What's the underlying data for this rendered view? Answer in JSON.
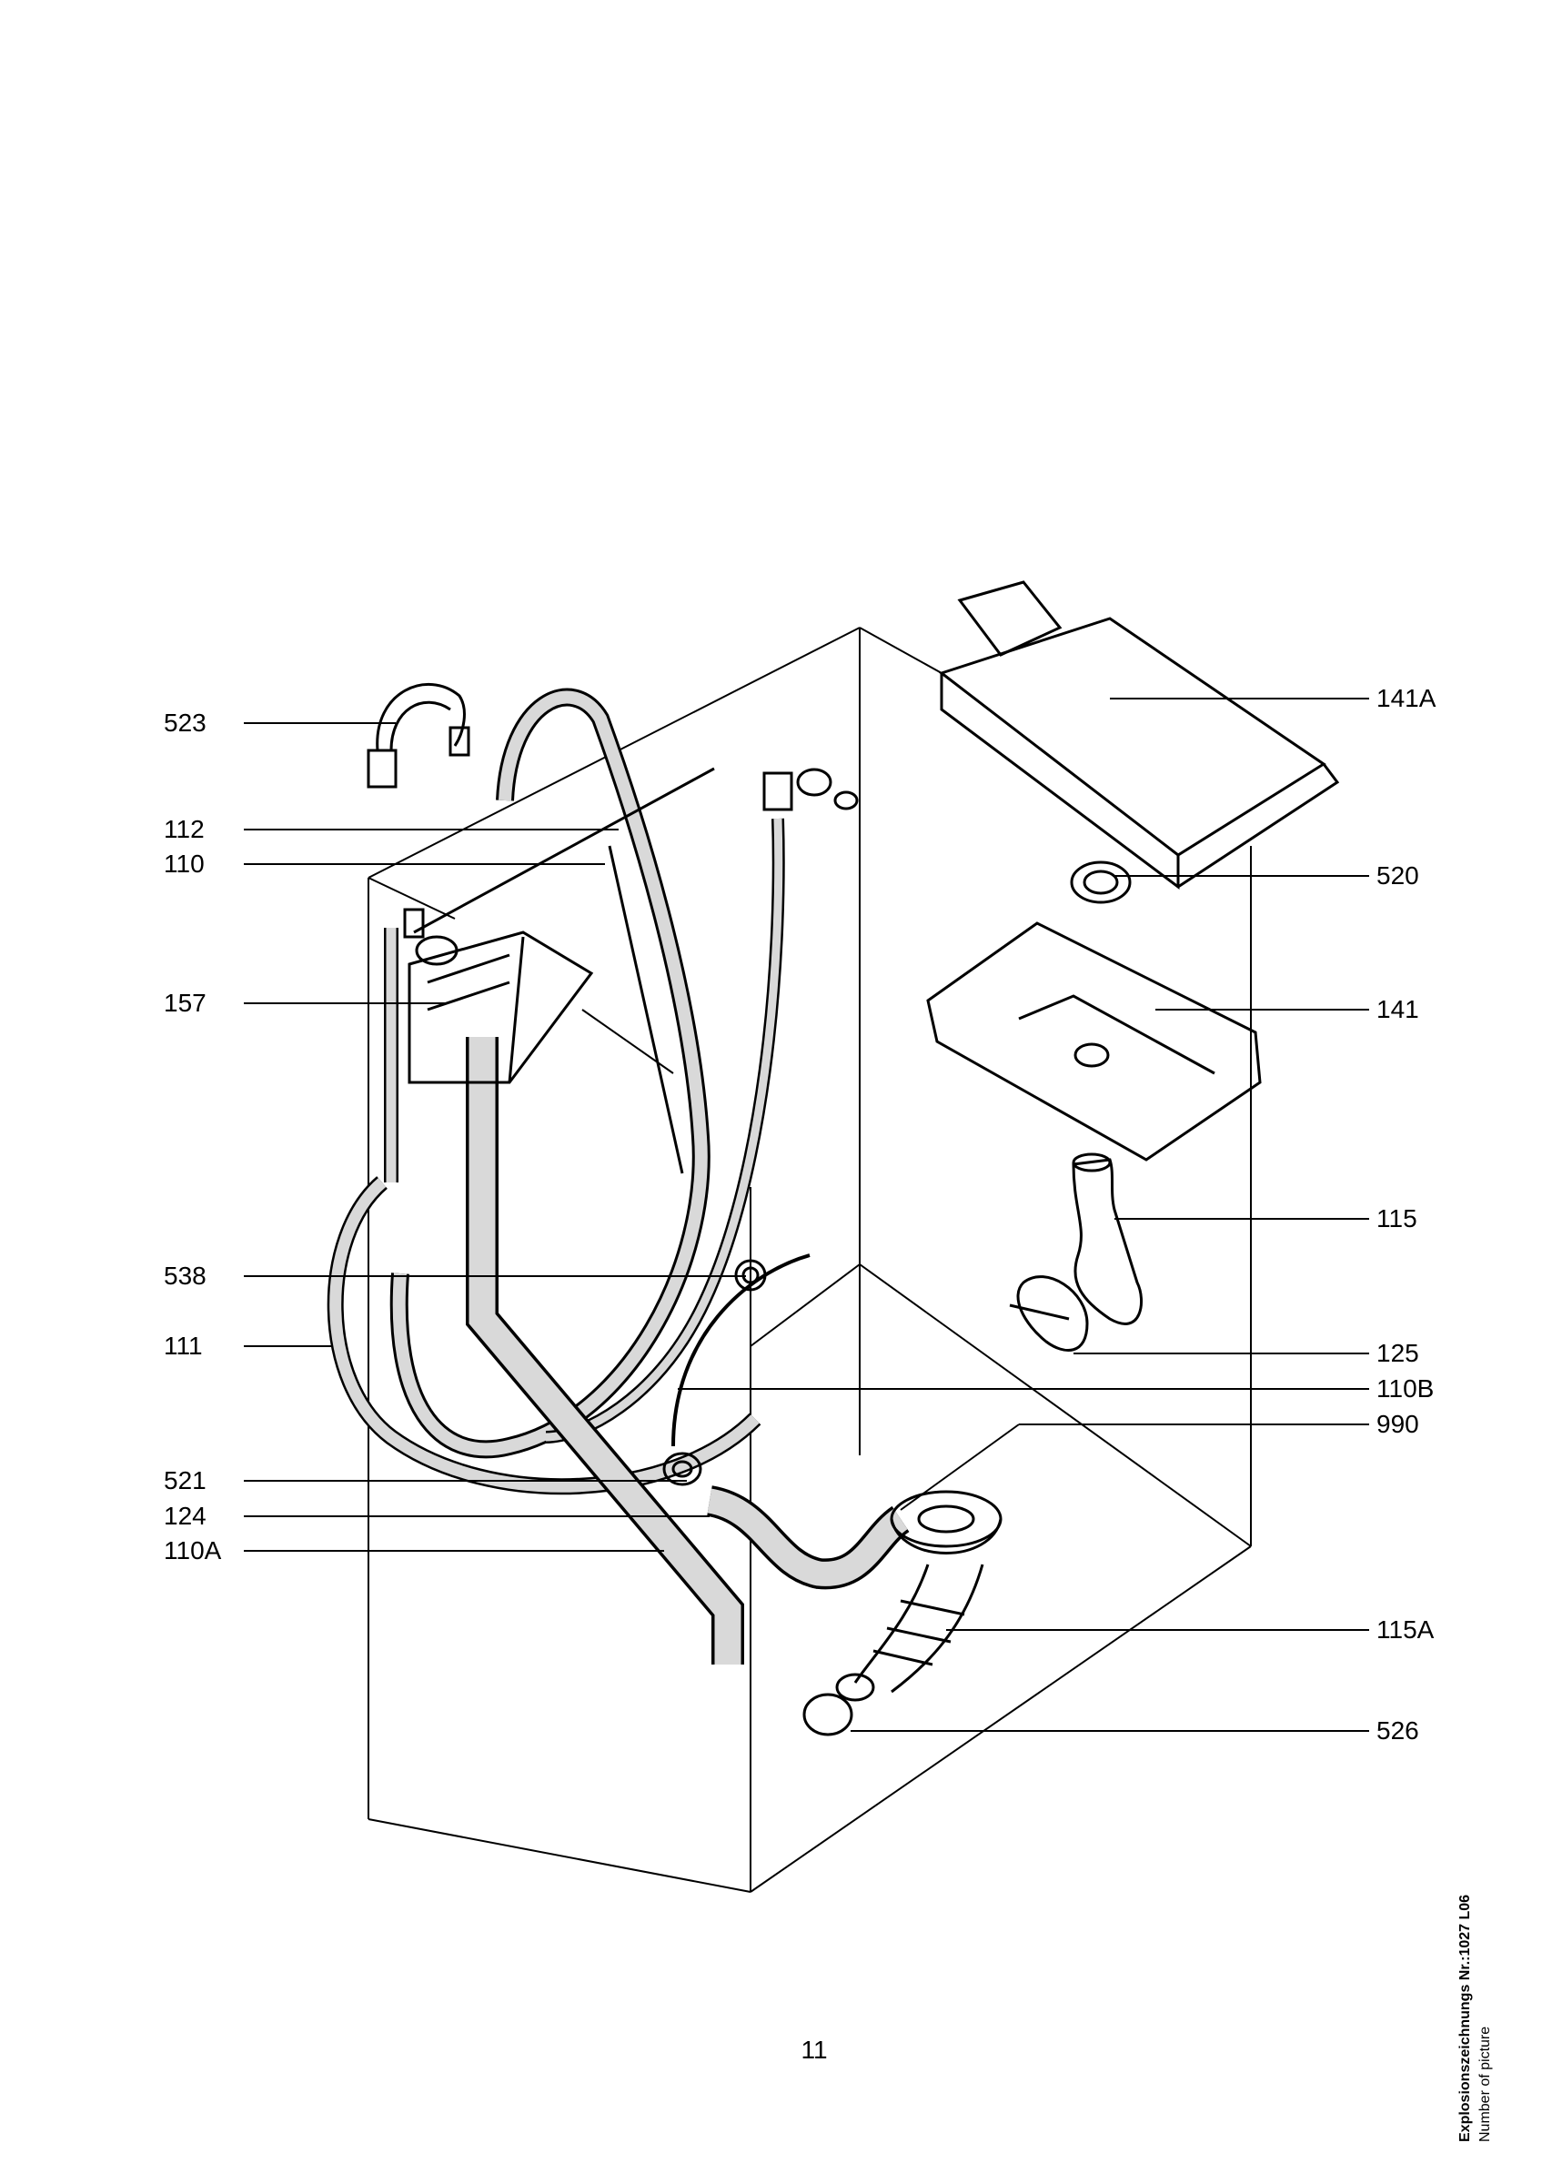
{
  "callouts_left": [
    {
      "id": "523",
      "label": "523"
    },
    {
      "id": "112",
      "label": "112"
    },
    {
      "id": "110",
      "label": "110"
    },
    {
      "id": "157",
      "label": "157"
    },
    {
      "id": "538",
      "label": "538"
    },
    {
      "id": "111",
      "label": "111"
    },
    {
      "id": "521",
      "label": "521"
    },
    {
      "id": "124",
      "label": "124"
    },
    {
      "id": "110A",
      "label": "110A"
    }
  ],
  "callouts_right": [
    {
      "id": "141A",
      "label": "141A"
    },
    {
      "id": "520",
      "label": "520"
    },
    {
      "id": "141",
      "label": "141"
    },
    {
      "id": "115",
      "label": "115"
    },
    {
      "id": "125",
      "label": "125"
    },
    {
      "id": "110B",
      "label": "110B"
    },
    {
      "id": "990",
      "label": "990"
    },
    {
      "id": "115A",
      "label": "115A"
    },
    {
      "id": "526",
      "label": "526"
    }
  ],
  "page_number": "11",
  "caption": {
    "title": "Explosionszeichnungs Nr.:1027 L06",
    "subtitle": "Number of picture"
  },
  "colors": {
    "ink": "#000000",
    "paper": "#ffffff",
    "hose_shade": "#d9d9d9"
  }
}
